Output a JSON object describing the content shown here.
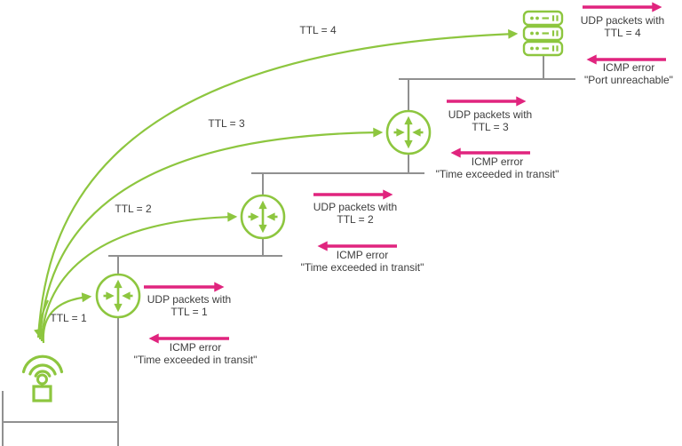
{
  "title_hint": "Traceroute with UDP packets and ICMP errors diagram",
  "colors": {
    "green": "#8dc63f",
    "pink": "#e0247e",
    "line_gray": "#909090",
    "text": "#3d3d3d"
  },
  "curve_labels": [
    {
      "text": "TTL = 1"
    },
    {
      "text": "TTL = 2"
    },
    {
      "text": "TTL = 3"
    },
    {
      "text": "TTL = 4"
    }
  ],
  "source": {
    "icon": "wireless-host-icon"
  },
  "hops": [
    {
      "icon": "router-icon",
      "udp": [
        "UDP packets with",
        "TTL = 1"
      ],
      "icmp": [
        "ICMP error",
        "\"Time exceeded in transit\""
      ]
    },
    {
      "icon": "router-icon",
      "udp": [
        "UDP packets with",
        "TTL = 2"
      ],
      "icmp": [
        "ICMP error",
        "\"Time exceeded in transit\""
      ]
    },
    {
      "icon": "router-icon",
      "udp": [
        "UDP packets with",
        "TTL = 3"
      ],
      "icmp": [
        "ICMP error",
        "\"Time exceeded in transit\""
      ]
    },
    {
      "icon": "server-icon",
      "udp": [
        "UDP packets with",
        "TTL = 4"
      ],
      "icmp": [
        "ICMP error",
        "\"Port unreachable\""
      ]
    }
  ]
}
